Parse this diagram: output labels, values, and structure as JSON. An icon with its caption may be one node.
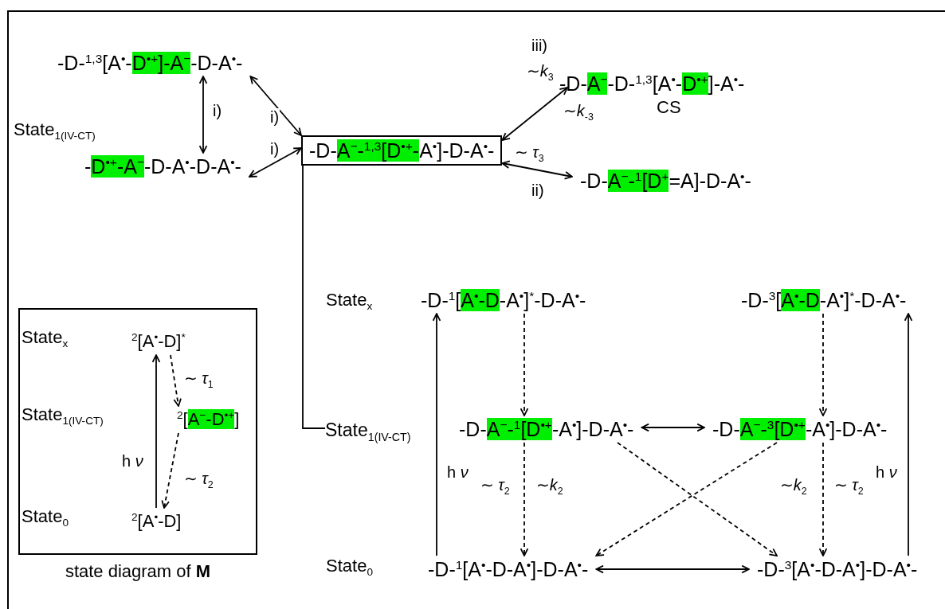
{
  "diagram": {
    "nodes": [
      {
        "text": [
          "-D-$^{1,3}$[A$^{•}$-D$^{•+}$]-A$^{−}$-D-A$^{•}$-"
        ]
      },
      {
        "text": [
          "-D$^{•+}$-A$^{−}$-D-A$^{•}$-D-A$^{•}$-"
        ]
      },
      {
        "text": [
          "-D-A$^{−}$-$^{1,3}$[D$^{•+}$-A$^{•}$]-D-A$^{•}$-"
        ]
      },
      {
        "text": [
          "-D-A$^{−}$-D-$^{1,3}$[A$^{•}$-D$^{•+}$]-A$^{•}$-"
        ],
        "beside": [
          "CS"
        ]
      },
      {
        "text": [
          "-D-A$^{−}$-$^{1}$[D$^{+}$=A]-D-A$^{•}$-"
        ]
      },
      {
        "text": [
          "state diagram of **M**"
        ]
      },
      {
        "text": [
          "$^{2}$[A$^{•}$-D]$^{*}$"
        ],
        "in": 5
      },
      {
        "text": [
          "$^{2}$[A$^{−}$-D$^{•+}$]"
        ],
        "in": 5
      },
      {
        "text": [
          "$^{2}$[A$^{•}$-D]"
        ],
        "in": 5
      },
      {
        "text": [
          "State$_{1(IV-CT)}$"
        ]
      },
      {
        "text": [
          "-D-$^{1}$[A$^{•}$-D-A$^{•}$]$^{*}$-D-A$^{•}$-"
        ]
      },
      {
        "text": [
          "-D-$^{3}$[A$^{•}$-D-A$^{•}$]$^{*}$-D-A$^{•}$-"
        ]
      },
      {
        "text": [
          "-D-A$^{−}$-$^{1}$[D$^{•+}$-A$^{•}$]-D-A$^{•}$-"
        ]
      },
      {
        "text": [
          "-D-A$^{−}$-$^{3}$[D$^{•+}$-A$^{•}$]-D-A$^{•}$-"
        ]
      },
      {
        "text": [
          "-D-$^{1}$[A$^{•}$-D-A$^{•}$]-D-A$^{•}$-"
        ]
      },
      {
        "text": [
          "-D-$^{3}$[A$^{•}$-D-A$^{•}$]-D-A$^{•}$-"
        ]
      }
    ],
    "edges": [
      {
        "from": 0,
        "to": 2,
        "arrow": "both",
        "label": "i)"
      },
      {
        "from": 1,
        "to": 2,
        "arrow": "both",
        "label": "i)"
      },
      {
        "from": 0,
        "to": 1,
        "arrow": "both",
        "label": "i)"
      },
      {
        "from": 2,
        "to": 3,
        "arrow": "both",
        "label": "iii)"
      },
      {
        "from": 2,
        "to": 4,
        "arrow": "both",
        "label": "ii)"
      },
      {
        "from": 2,
        "to": 9,
        "arrow": "none"
      },
      {
        "from": 8,
        "to": 6,
        "arrow": "to",
        "label": "h *ν*"
      },
      {
        "from": 6,
        "to": 7,
        "arrow": "to",
        "style": "dashed",
        "label": "∼ *τ*$_{1}$"
      },
      {
        "from": 7,
        "to": 8,
        "arrow": "to",
        "style": "dashed",
        "label": "∼ *τ*$_{2}$"
      },
      {
        "from": 14,
        "to": 10,
        "arrow": "to",
        "label": "h *ν*"
      },
      {
        "from": 10,
        "to": 12,
        "arrow": "to",
        "style": "dashed"
      },
      {
        "from": 12,
        "to": 14,
        "arrow": "to",
        "style": "dashed",
        "label": "∼ *τ*$_{2}$"
      },
      {
        "from": 12,
        "to": 13,
        "arrow": "both"
      },
      {
        "from": 11,
        "to": 13,
        "arrow": "to",
        "style": "dashed"
      },
      {
        "from": 13,
        "to": 15,
        "arrow": "to",
        "style": "dashed",
        "label": "∼ *τ*$_{2}$"
      },
      {
        "from": 15,
        "to": 11,
        "arrow": "to",
        "label": "h *ν*"
      },
      {
        "from": 12,
        "to": 15,
        "arrow": "to",
        "style": "dashed"
      },
      {
        "from": 13,
        "to": 14,
        "arrow": "to",
        "style": "dashed"
      },
      {
        "from": 14,
        "to": 15,
        "arrow": "both"
      }
    ],
    "labels": [
      "State$_{1(IV-CT)}$",
      "∼*k*$_{3}$",
      "∼*k*$_{-3}$",
      "∼ *τ*$_{3}$",
      "State$_{x}$",
      "State$_{x}$",
      "State$_{1(IV-CT)}$",
      "State$_{0}$",
      "∼*k*$_{2}$",
      "∼*k*$_{2}$",
      "State$_{0}$"
    ]
  }
}
